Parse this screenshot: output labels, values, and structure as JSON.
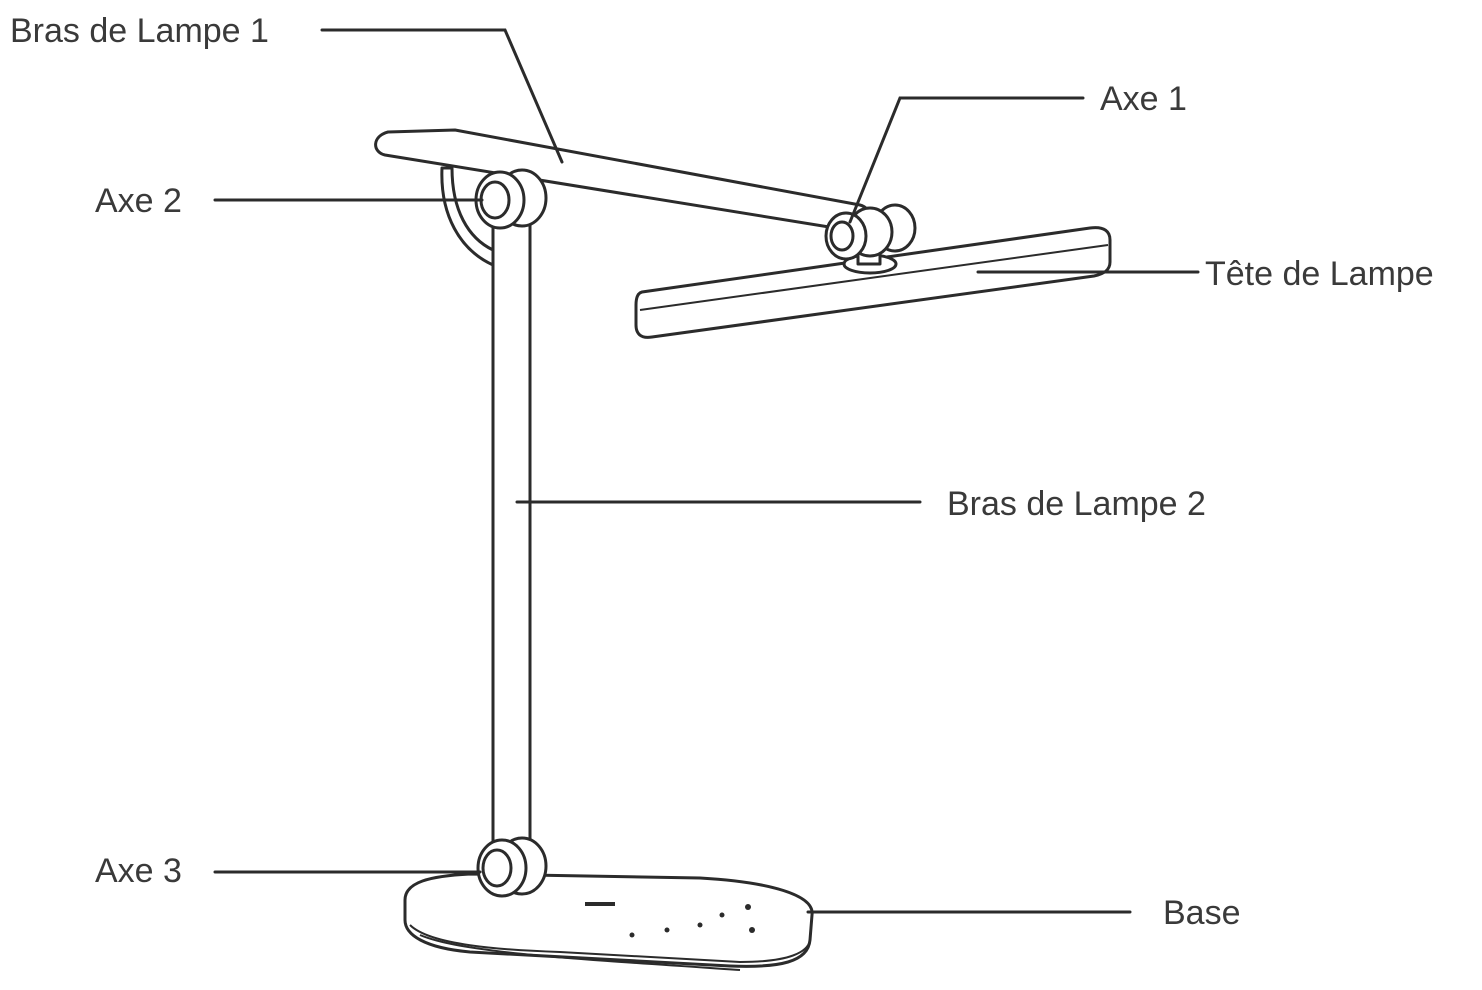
{
  "labels": {
    "arm1": "Bras de Lampe 1",
    "axis1": "Axe 1",
    "axis2": "Axe 2",
    "head": "Tête de Lampe",
    "arm2": "Bras de Lampe 2",
    "axis3": "Axe 3",
    "base": "Base"
  },
  "colors": {
    "line": "#2b2b2b",
    "text": "#3a3a3a",
    "background": "#ffffff"
  }
}
